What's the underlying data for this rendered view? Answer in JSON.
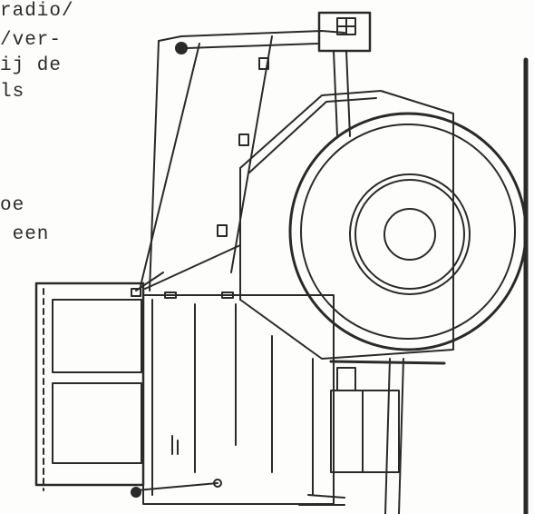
{
  "text_lines": [
    "radio/",
    "/ver-",
    "ij de",
    "ls",
    "oe",
    " een"
  ],
  "drawing": {
    "subject": "tractor line drawing (rear view)",
    "ink_color": "#2a2a2a",
    "paper_color": "#fdfdfb"
  }
}
